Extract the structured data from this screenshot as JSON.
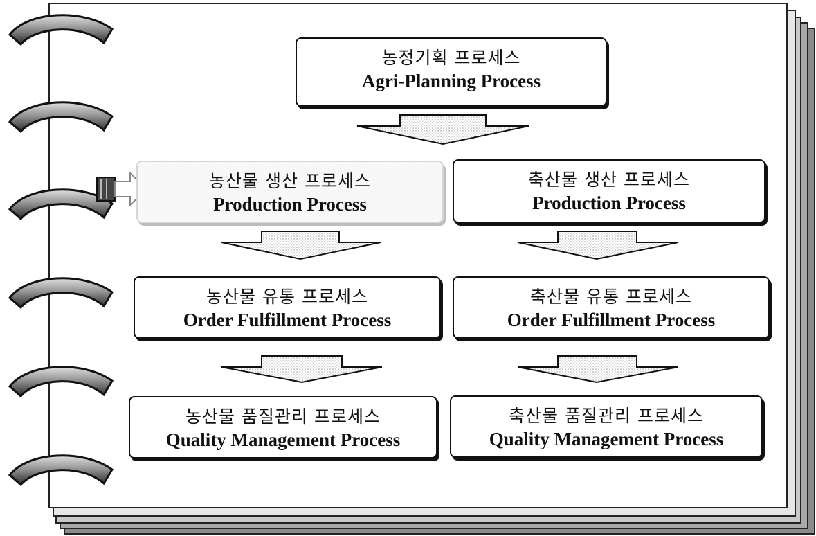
{
  "top_process": {
    "ko": "농정기획 프로세스",
    "en": "Agri-Planning Process"
  },
  "columns": [
    {
      "production": {
        "ko": "농산물 생산 프로세스",
        "en": "Production Process"
      },
      "distribution": {
        "ko": "농산물 유통 프로세스",
        "en": "Order Fulfillment Process"
      },
      "quality": {
        "ko": "농산물 품질관리 프로세스",
        "en": "Quality Management Process"
      }
    },
    {
      "production": {
        "ko": "축산물 생산 프로세스",
        "en": "Production Process"
      },
      "distribution": {
        "ko": "축산물 유통 프로세스",
        "en": "Order Fulfillment Process"
      },
      "quality": {
        "ko": "축산물 품질관리 프로세스",
        "en": "Quality Management Process"
      }
    }
  ],
  "icons": {
    "binder_rings": "binder-ring-icon",
    "pointer": "arrow-pointer-icon",
    "flow_arrow": "down-arrow-icon"
  },
  "colors": {
    "border": "#111111",
    "page_stack": "#9a9a9a",
    "faded_box": "#d6d6d6"
  }
}
